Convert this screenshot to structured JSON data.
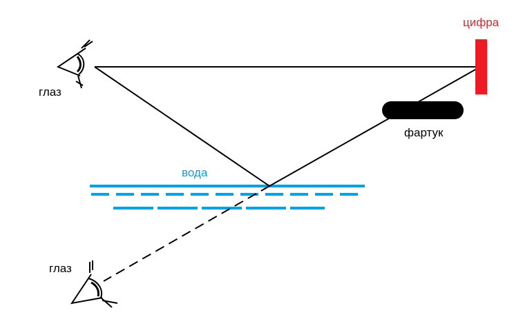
{
  "labels": {
    "digit": "цифра",
    "eye_top": "глаз",
    "eye_bottom": "глаз",
    "apron": "фартук",
    "water": "вода"
  },
  "colors": {
    "digit": "#ed1c24",
    "water": "#00a2e8",
    "ink": "#000000"
  }
}
